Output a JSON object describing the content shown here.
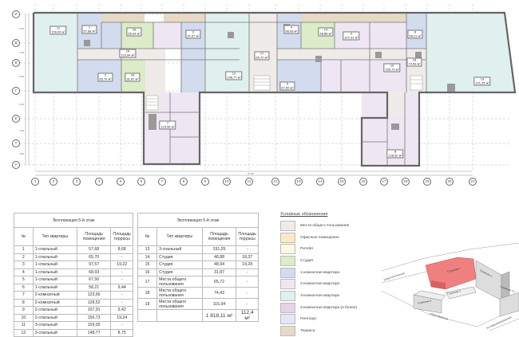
{
  "plan": {
    "row_axes": [
      "И",
      "Д",
      "В",
      "Г",
      "Е",
      "Т",
      "У"
    ],
    "column_axes": [
      "1",
      "2",
      "3",
      "4",
      "5",
      "6",
      "7",
      "8",
      "9",
      "10",
      "11",
      "12",
      "13",
      "14",
      "15",
      "16",
      "17",
      "18",
      "19",
      "20",
      "21"
    ],
    "column_dims": [
      "4.80",
      "5.00",
      "5.00",
      "4.50",
      "4.50",
      "4.50",
      "4.50",
      "4.50",
      "4.50",
      "4.50",
      "5.00",
      "4.50",
      "5.00",
      "4.50",
      "4.50",
      "4.50",
      "4.50",
      "4.50",
      "4.50",
      "5.00",
      "5.00"
    ],
    "row_dims": [
      "6.00",
      "3.95",
      "6.00",
      "5.60",
      "3.95",
      "4.80"
    ],
    "total_dim_v": "32.50",
    "total_dim_h": "97.55",
    "rooms": [
      {
        "id": "11",
        "area": "159,00 м²"
      },
      {
        "id": "1",
        "area": "57,68 м²"
      },
      {
        "id": "16",
        "area": "65,94 м²"
      },
      {
        "id": "19",
        "area": "115,94 м²"
      },
      {
        "id": "2",
        "area": "65,70 м²"
      },
      {
        "id": "16b",
        "label": "16",
        "area": "31,87 м²"
      },
      {
        "id": "3",
        "area": "97,57 м²"
      },
      {
        "id": "12",
        "area": "148,77 м²"
      },
      {
        "id": "17",
        "area": "65,72 м²"
      },
      {
        "id": "4",
        "area": "68,93 м²"
      },
      {
        "id": "14",
        "area": "48,88 м²"
      },
      {
        "id": "5",
        "area": "67,50 м²"
      },
      {
        "id": "9",
        "area": "107,91 м²"
      },
      {
        "id": "10",
        "area": "156,73 м²"
      },
      {
        "id": "6",
        "area": "58,21 м²"
      },
      {
        "id": "18",
        "area": "74,43 м²"
      },
      {
        "id": "13",
        "area": "191,25 м²"
      },
      {
        "id": "7",
        "area": "123,56 м²"
      },
      {
        "id": "8",
        "area": "128,52 м²"
      }
    ],
    "terrace_labels": [
      "8,68 м²",
      "19,22 м²",
      "9,44 м²",
      "18,37 м²",
      "9,42 м²",
      "19,24 м²",
      "19,28 м²",
      "8,75 м²"
    ]
  },
  "table_left": {
    "title": "Экспликация 5-й этаж",
    "headers": [
      "№",
      "Тип квартиры",
      "Площадь помещения",
      "Площадь террасы"
    ],
    "rows": [
      [
        "1",
        "1-спальный",
        "57,68",
        "8,68"
      ],
      [
        "2",
        "1-спальный",
        "65,70",
        "-"
      ],
      [
        "3",
        "1-спальный",
        "97,57",
        "19,22"
      ],
      [
        "4",
        "1-спальный",
        "68,93",
        "-"
      ],
      [
        "5",
        "1-спальный",
        "67,50",
        "-"
      ],
      [
        "6",
        "1-спальный",
        "58,21",
        "9,44"
      ],
      [
        "7",
        "2-комнатный",
        "123,56",
        "-"
      ],
      [
        "8",
        "2-комнатный",
        "128,52",
        "-"
      ],
      [
        "9",
        "2-спальный",
        "107,91",
        "9,42"
      ],
      [
        "10",
        "2-спальный",
        "156,73",
        "19,24"
      ],
      [
        "11",
        "3-спальный",
        "159,00",
        "-"
      ],
      [
        "12",
        "3-спальный",
        "148,77",
        "8,75"
      ]
    ]
  },
  "table_right": {
    "title": "Экспликация 5-й этаж",
    "headers": [
      "№",
      "Тип квартиры",
      "Площадь помещения",
      "Площадь террасы"
    ],
    "rows": [
      [
        "13",
        "3-спальный",
        "191,25",
        "-"
      ],
      [
        "14",
        "Студия",
        "48,88",
        "18,37"
      ],
      [
        "15",
        "Студия",
        "48,94",
        "19,28"
      ],
      [
        "16",
        "Студия",
        "31,87",
        "-"
      ],
      [
        "17",
        "Места общего пользования",
        "65,72",
        "-"
      ],
      [
        "18",
        "Места общего пользования",
        "74,43",
        "-"
      ],
      [
        "19",
        "Места общего пользования",
        "115,94",
        "-"
      ]
    ],
    "total_area": "1 818,11 м²",
    "total_terrace": "112,4 м²"
  },
  "legend": {
    "title": "Условные обозначения",
    "items": [
      {
        "label": "Места общего пользования",
        "color": "#efebe8"
      },
      {
        "label": "Офисные помещения",
        "color": "#fbe9c7"
      },
      {
        "label": "Ритейл",
        "color": "#fdf7e1"
      },
      {
        "label": "Студия",
        "color": "#dcebc8"
      },
      {
        "label": "1-комнатная квартира",
        "color": "#d3dbee"
      },
      {
        "label": "2-комнатная квартира",
        "color": "#efe6f3"
      },
      {
        "label": "3-комнатная квартира",
        "color": "#e0f0ef"
      },
      {
        "label": "4-комнатная квартира (и более)",
        "color": "#e6d3e4"
      },
      {
        "label": "Пентхаус",
        "color": "#e3e6f7"
      },
      {
        "label": "Терраса",
        "color": "#e6d9c6"
      }
    ]
  },
  "massing": {
    "labels": [
      "Строение 1",
      "Строение 2",
      "Строение 3",
      "Строение 4",
      "Строение 4.1",
      "улица Оптическая",
      "улица Бакунина",
      "3-я Нижнелихоборская"
    ],
    "highlight_color": "#f08080"
  }
}
